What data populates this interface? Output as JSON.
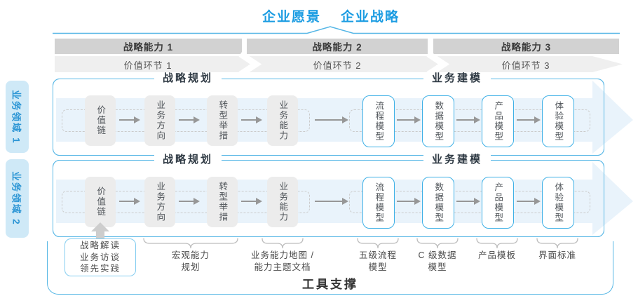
{
  "title": {
    "vision": "企业愿景",
    "strategy": "企业战略"
  },
  "strategic_capabilities": [
    "战略能力 1",
    "战略能力 2",
    "战略能力 3"
  ],
  "value_links": [
    "价值环节 1",
    "价值环节 2",
    "价值环节 3"
  ],
  "business_domains": [
    "业务领域 1",
    "业务领域 2"
  ],
  "row_sections": {
    "planning": "战略规划",
    "modeling": "业务建模"
  },
  "planning_boxes": [
    "价值链",
    "业务方向",
    "转型举措",
    "业务能力"
  ],
  "modeling_boxes": [
    "流程模型",
    "数据模型",
    "产品模型",
    "体验模型"
  ],
  "annotations": {
    "practice_box": "战略解读\n业务访谈\n领先实践",
    "macro_capability": "宏观能力\n规划",
    "capability_map": "业务能力地图 /\n能力主题文档",
    "process_model": "五级流程\n模型",
    "data_model": "C 级数据\n模型",
    "product_template": "产品模板",
    "ui_standard": "界面标准"
  },
  "footer": {
    "label": "工具支撑"
  },
  "colors": {
    "accent_blue": "#1b9ce2",
    "panel_border": "#5ab8e6",
    "box_border": "#3db0e6",
    "domain_bg": "#cfe9f7",
    "bar_gray": "#d2d2d2",
    "band_gray": "#efefef",
    "box_gray": "#ececec",
    "flow_arrow_fill": "#e9f3fb",
    "header_text": "#2f3a44",
    "annotation_text": "#4a4a4a"
  }
}
